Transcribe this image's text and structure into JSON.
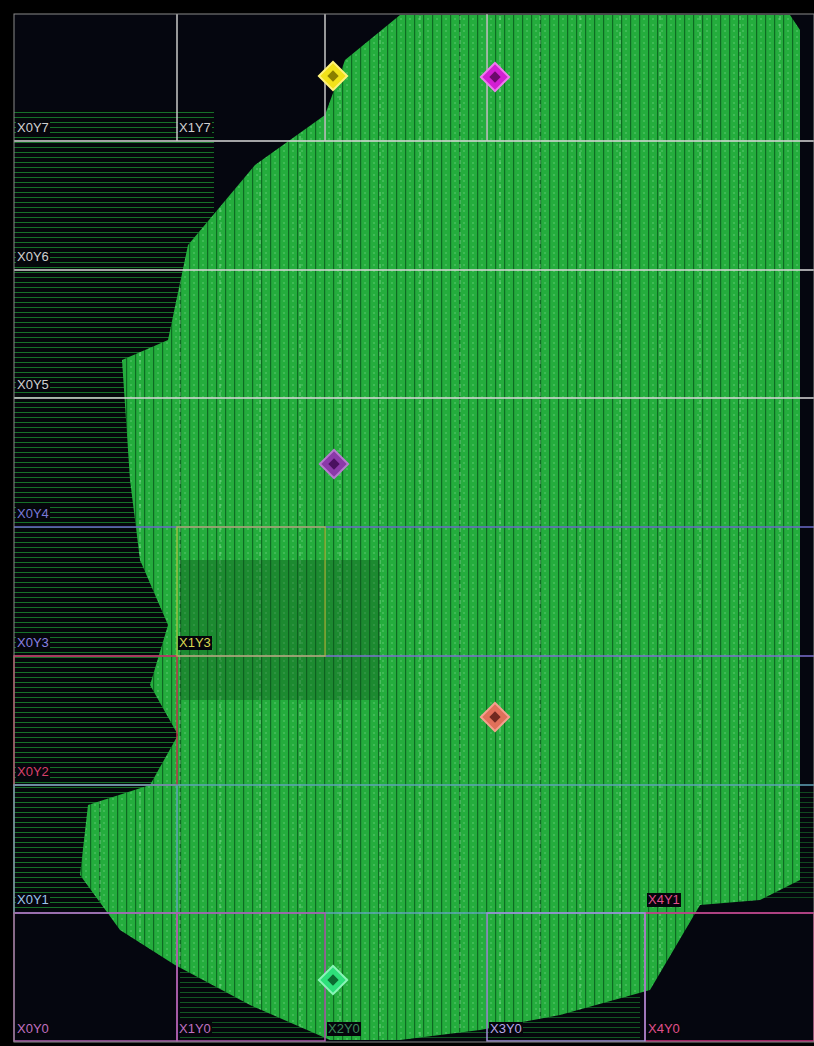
{
  "diagram": {
    "labels": [
      "X0Y7",
      "X1Y7",
      "X0Y6",
      "X0Y5",
      "X0Y4",
      "X0Y3",
      "X1Y3",
      "X0Y2",
      "X0Y1",
      "X4Y1",
      "X0Y0",
      "X1Y0",
      "X2Y0",
      "X3Y0",
      "X4Y0"
    ]
  }
}
